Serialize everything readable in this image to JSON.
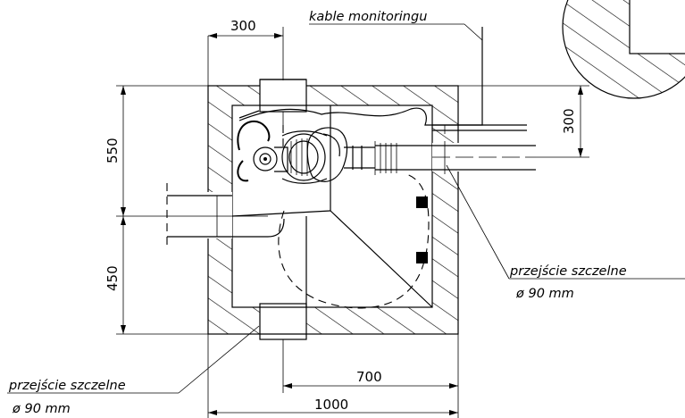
{
  "dimensions": {
    "top_width": "300",
    "right_offset": "300",
    "upper_height": "550",
    "lower_height": "450",
    "bottom_inner": "700",
    "bottom_total": "1000"
  },
  "notes": {
    "monitoring_cables": "kable monitoringu",
    "seal_right": "przejście szczelne",
    "seal_right_diameter": "ø 90 mm",
    "seal_left": "przejście szczelne",
    "seal_left_diameter": "ø 90 mm"
  }
}
